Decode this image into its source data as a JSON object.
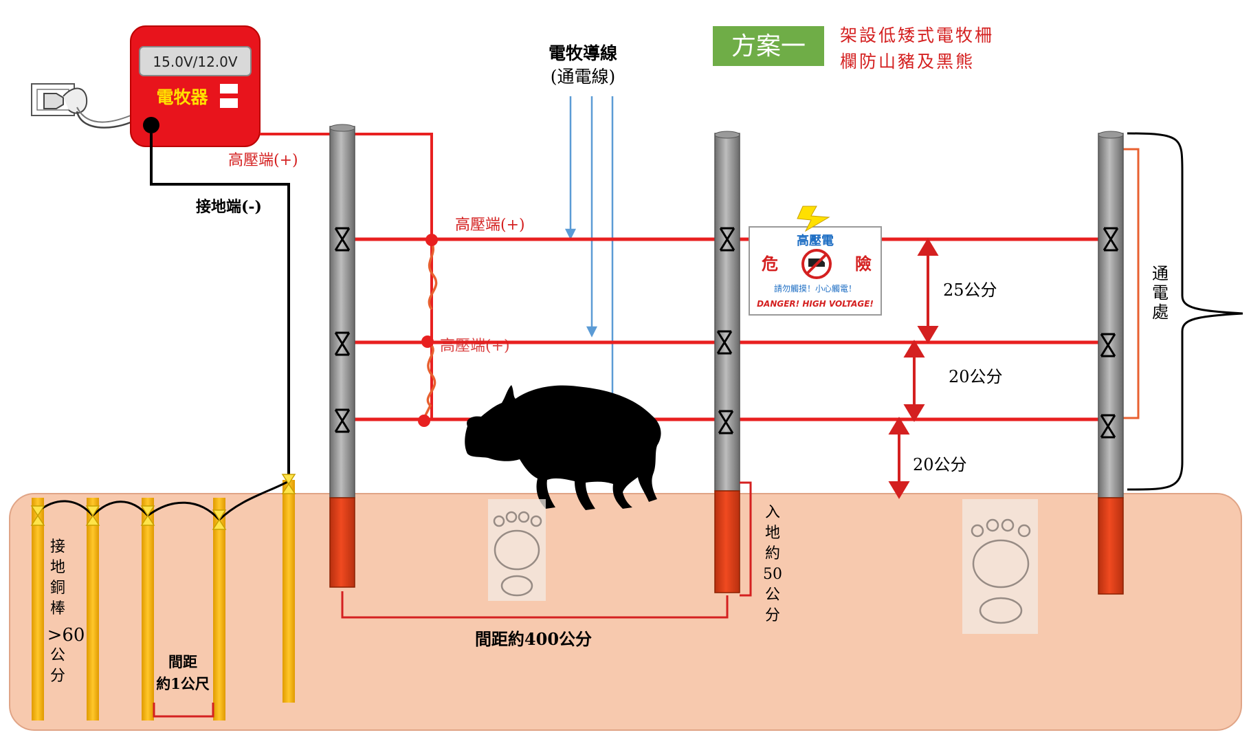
{
  "title": {
    "badge": "方案一",
    "desc_line1": "架設低矮式電牧柵",
    "desc_line2": "欄防山豬及黑熊",
    "badge_color": "#6fad47",
    "desc_color": "#d42020"
  },
  "energizer": {
    "display": "15.0V/12.0V",
    "label": "電牧器",
    "body_color": "#e8141c",
    "label_color": "#ffe000"
  },
  "labels": {
    "wire_title": "電牧導線",
    "wire_subtitle": "(通電線)",
    "hv_top": "高壓端(+)",
    "hv_wire1": "高壓端(+)",
    "hv_wire2": "高壓端(+)",
    "ground": "接地端(-)",
    "electrified_zone": [
      "通",
      "電",
      "處"
    ],
    "buried": [
      "入",
      "地",
      "約",
      "50",
      "公",
      "分"
    ],
    "rod_label": [
      "接",
      "地",
      "銅",
      "棒",
      ">60",
      "公",
      "分"
    ],
    "rod_spacing": [
      "間距",
      "約1公尺"
    ],
    "post_spacing": "間距約400公分"
  },
  "dimensions": [
    {
      "value": 25,
      "unit": "公分",
      "text": "25公分"
    },
    {
      "value": 20,
      "unit": "公分",
      "text": "20公分"
    },
    {
      "value": 20,
      "unit": "公分",
      "text": "20公分"
    }
  ],
  "warning_sign": {
    "line1": "高壓電",
    "left": "危",
    "right": "險",
    "line3": "請勿觸摸！小心觸電！",
    "line4": "DANGER! HIGH VOLTAGE!"
  },
  "colors": {
    "wire": "#e82020",
    "ground_soil": "#f7c9ae",
    "post_grey": "#8a8a8a",
    "post_buried": "#e8401a",
    "rod": "#f5b40f",
    "blue_wire": "#5b9bd5"
  }
}
